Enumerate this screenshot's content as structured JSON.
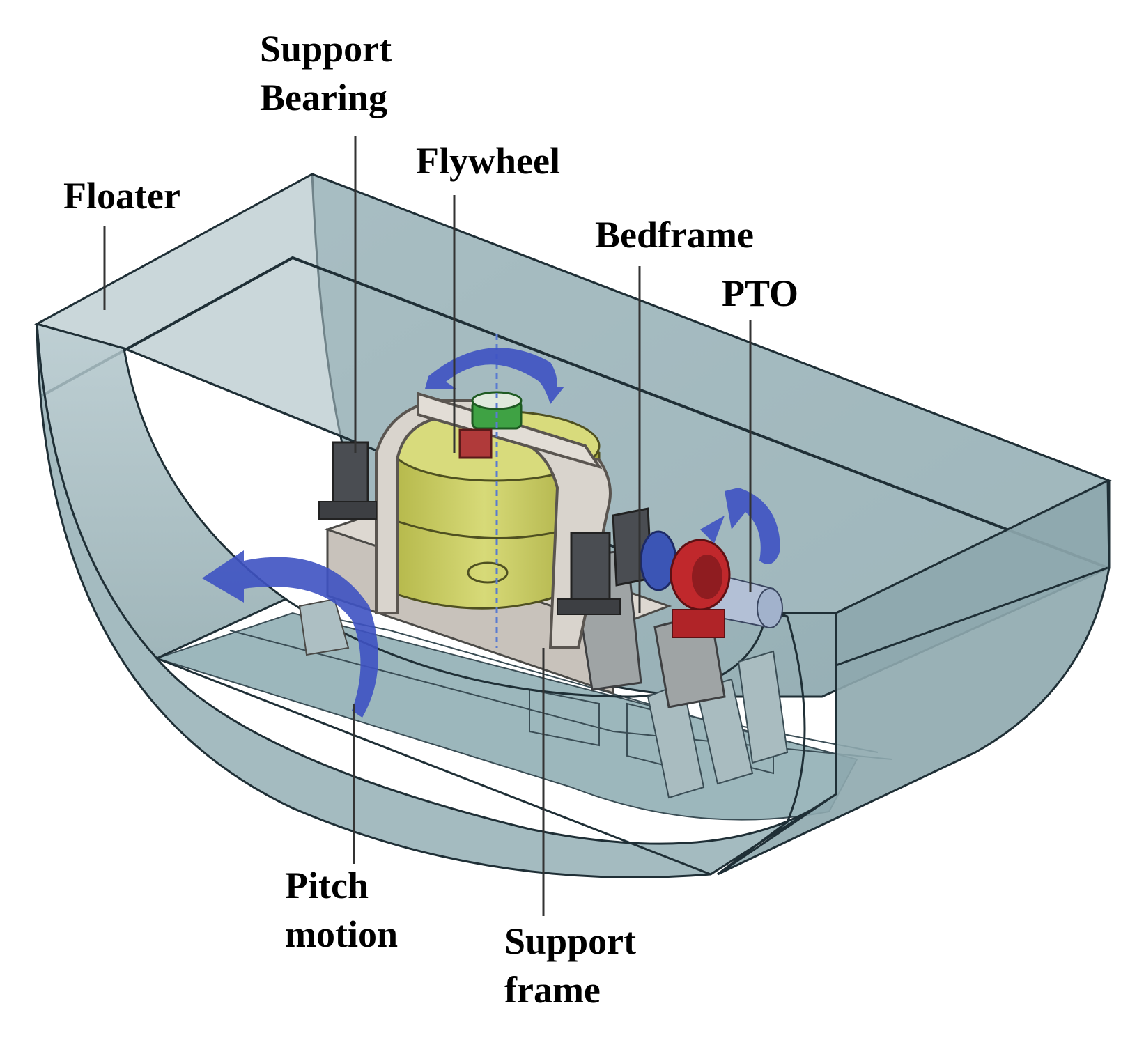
{
  "labels": {
    "support_bearing": [
      "Support",
      "Bearing"
    ],
    "flywheel": "Flywheel",
    "floater": "Floater",
    "bedframe": "Bedframe",
    "pto": "PTO",
    "pitch_motion": [
      "Pitch",
      "motion"
    ],
    "support_frame": [
      "Support",
      "frame"
    ]
  },
  "colors": {
    "hull_fill": "#9fb9bf",
    "hull_edge": "#1f2f36",
    "flywheel": "#c9cc5e",
    "frame": "#cfcac4",
    "bearing_block": "#4a4d52",
    "coupling_blue": "#3b55b5",
    "pto_red": "#c0282c",
    "motion_arrow": "#3e52c2",
    "collar_green": "#3fa244",
    "leader_line": "#333333",
    "text": "#000000"
  }
}
